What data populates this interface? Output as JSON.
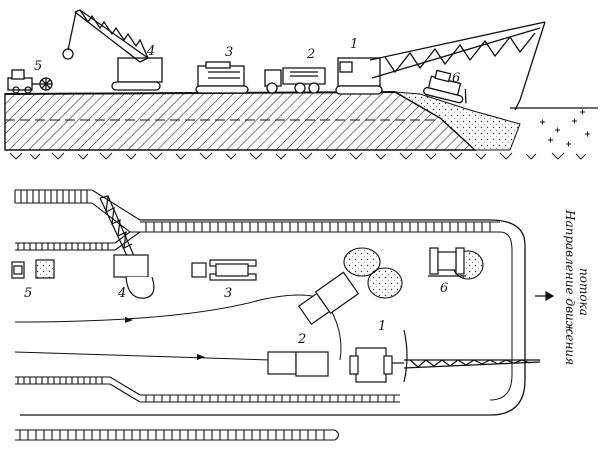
{
  "labels": {
    "n1": "1",
    "n2": "2",
    "n3": "3",
    "n4": "4",
    "n5": "5",
    "n6": "6"
  },
  "flow": {
    "line1": "Направление движения",
    "line2": "потока"
  },
  "colors": {
    "ink": "#111111",
    "background": "#ffffff"
  }
}
